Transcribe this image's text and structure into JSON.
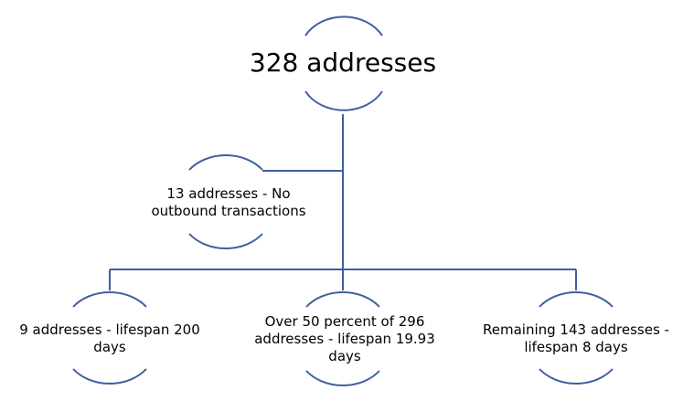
{
  "diagram": {
    "root": {
      "label": "328 addresses"
    },
    "side_node": {
      "label": "13 addresses - No outbound transactions"
    },
    "children": [
      {
        "label": "9 addresses - lifespan 200 days"
      },
      {
        "label": "Over 50 percent of 296 addresses - lifespan 19.93 days"
      },
      {
        "label": "Remaining 143 addresses - lifespan 8 days"
      }
    ],
    "colors": {
      "line": "#3f5f9e",
      "text": "#000000",
      "background": "#ffffff"
    }
  }
}
